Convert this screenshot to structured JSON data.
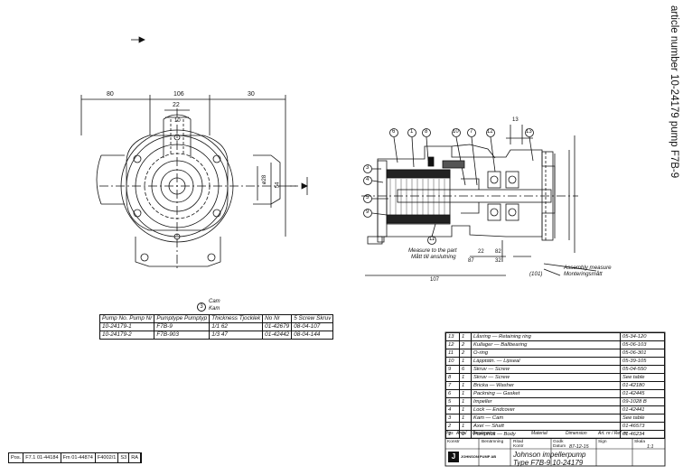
{
  "sheet": {
    "title": "article number 10-24179   pump F7B-9"
  },
  "front_view": {
    "dims": {
      "d80": "80",
      "d106": "106",
      "d30": "30",
      "d22": "22",
      "d10": "10",
      "d28": "ø28",
      "d54": "54"
    }
  },
  "section_view": {
    "callouts_top": [
      "6",
      "1",
      "8",
      "10",
      "7",
      "12",
      "13"
    ],
    "callouts_left": [
      "3",
      "4",
      "5",
      "9"
    ],
    "callout_bottom": "11",
    "dims": {
      "d13": "13",
      "d107": "107",
      "d32": "32",
      "d82": "82",
      "d22b": "22",
      "d87": "87"
    },
    "note_measure_en": "Measure to the part",
    "note_measure_sv": "Mått till anslutning",
    "note_assembly_en": "Assembly measure",
    "note_assembly_sv": "Monteringsmått",
    "note_101": "(101)"
  },
  "cam_table": {
    "cam_label": "Cam",
    "cam_label_sv": "Kam",
    "cam_no": "3",
    "screw_no": "5",
    "headers": [
      "Pump No. Pump Nr",
      "Pumptype Pumptyp",
      "Thickness Tjocklek",
      "No Nr",
      "Screw Skruv"
    ],
    "rows": [
      [
        "10-24179-1",
        "F7B-9",
        "1/1   62",
        "01-42679",
        "08-04-107"
      ],
      [
        "10-24179-2",
        "F7B-903",
        "1/3   47",
        "01-42442",
        "08-04-144"
      ]
    ]
  },
  "parts_list": {
    "rows": [
      [
        "13",
        "1",
        "Låsring — Retaining ring",
        "05-34-120"
      ],
      [
        "12",
        "2",
        "Kullager — Ballbearing",
        "05-06-103"
      ],
      [
        "11",
        "2",
        "O-ring",
        "05-06-301"
      ],
      [
        "10",
        "1",
        "Läpptätn. — Lipseal",
        "05-39-105"
      ],
      [
        "9",
        "6",
        "Skruv — Screw",
        "05-04-550"
      ],
      [
        "8",
        "1",
        "Skruv — Screw",
        "See table"
      ],
      [
        "7",
        "1",
        "Bricka — Washer",
        "01-42180"
      ],
      [
        "6",
        "1",
        "Packning — Gasket",
        "01-42445"
      ],
      [
        "5",
        "1",
        "Impeller",
        "09-1028 B"
      ],
      [
        "4",
        "1",
        "Lock — Endcover",
        "01-42441"
      ],
      [
        "3",
        "1",
        "Kam — Cam",
        "See table"
      ],
      [
        "2",
        "1",
        "Axel — Shaft",
        "01-46573"
      ],
      [
        "1",
        "1",
        "Pumphus — Body",
        "01-46234"
      ]
    ],
    "header": [
      "Pos",
      "Antal",
      "Benämning",
      "Material",
      "Dimension",
      "Art. nr / Ref. nr"
    ],
    "company": "JOHNSON PUMP AB",
    "drawing_title": "Johnson impellerpump",
    "drawing_subtitle": "Type F7B-9  10-24179",
    "date": "87-12-15",
    "scale": "1:1",
    "field_labels": {
      "benamning": "Benämning",
      "konstr": "Konstr",
      "ritad": "Ritad",
      "kontr": "Kontr",
      "godk": "Godk",
      "datum": "Datum",
      "sign": "Sign",
      "skala": "Skala"
    }
  },
  "revision_strip": [
    "Pos.",
    "F7.1 01-44184",
    "Fm 01-44874",
    "F4002/1",
    "S3",
    "RA"
  ]
}
